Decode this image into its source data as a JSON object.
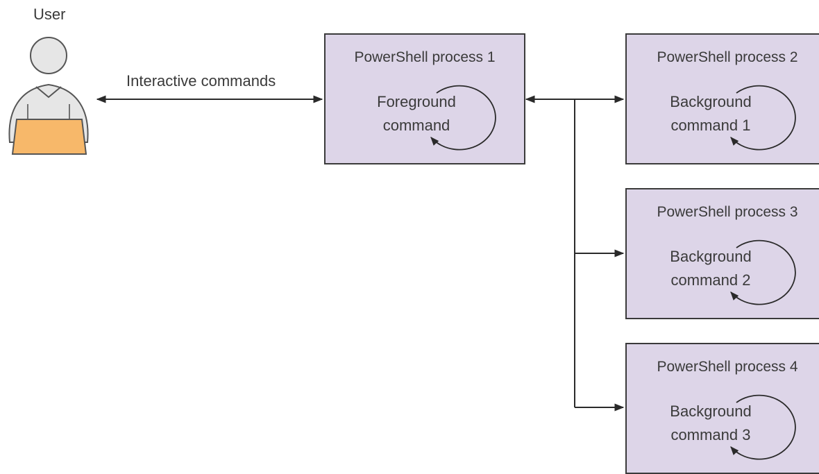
{
  "user": {
    "label": "User",
    "icon": "user-at-laptop-icon",
    "laptop_color": "#f7b86a",
    "figure_color": "#e6e6e6"
  },
  "interactive_label": "Interactive commands",
  "colors": {
    "box_fill": "#ddd5e8",
    "outline": "#3a3a3a",
    "text": "#3a3a3a"
  },
  "processes": [
    {
      "title": "PowerShell process 1",
      "line1": "Foreground",
      "line2": "command"
    },
    {
      "title": "PowerShell process 2",
      "line1": "Background",
      "line2": "command 1"
    },
    {
      "title": "PowerShell process 3",
      "line1": "Background",
      "line2": "command 2"
    },
    {
      "title": "PowerShell process 4",
      "line1": "Background",
      "line2": "command 3"
    }
  ]
}
